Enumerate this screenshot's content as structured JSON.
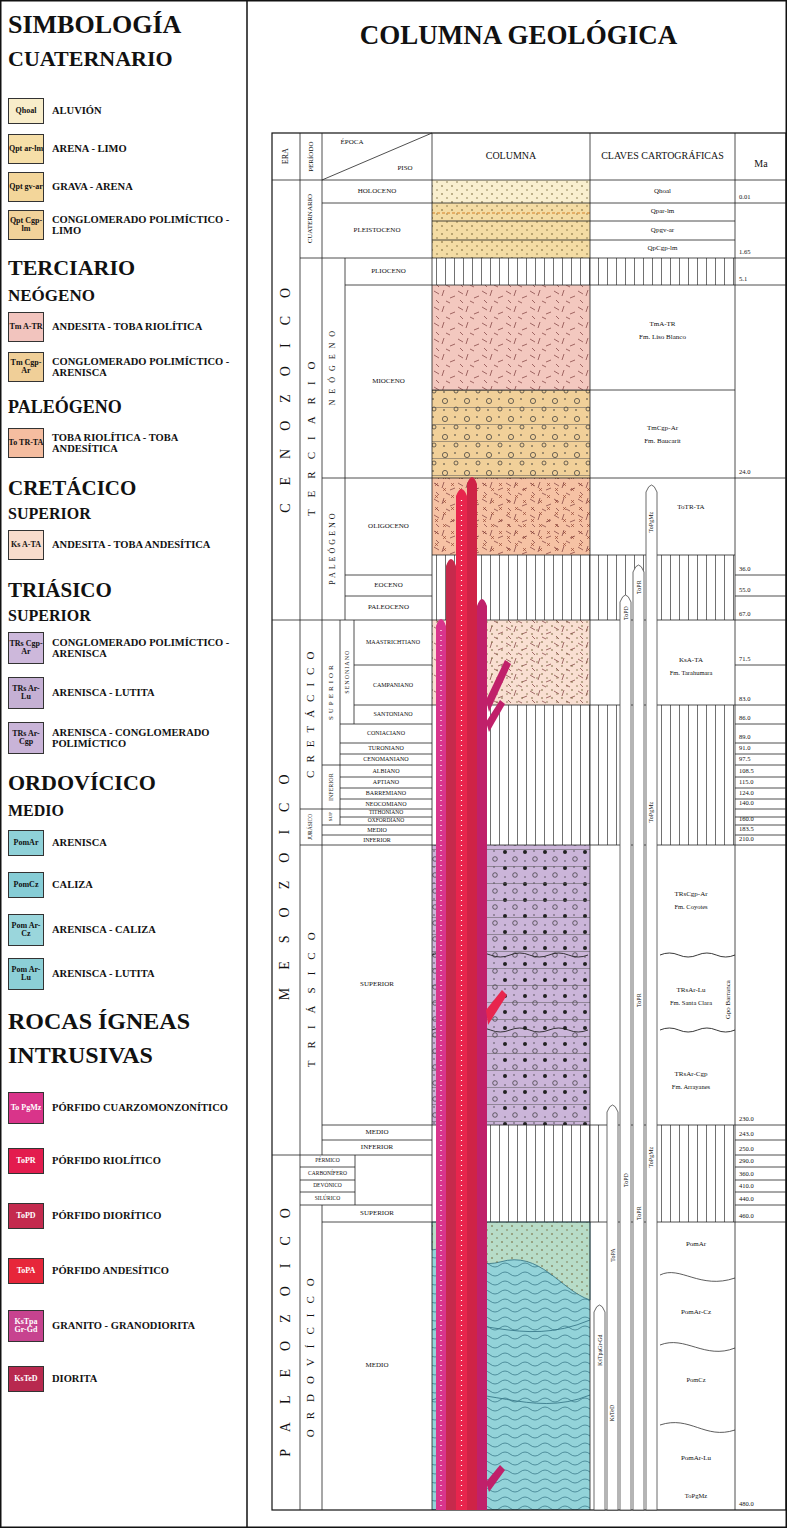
{
  "diagram": {
    "title": "COLUMNA GEOLÓGICA",
    "labels": [
      "SIMBOLOGÍA",
      "CUATERNARIO",
      "Qhoal",
      "Qpt ar-lm",
      "Qpt gv-ar",
      "Qpt Cgp-lm",
      "TERCIARIO",
      "NEÓGENO",
      "Tm A-TR",
      "Tm Cgp-Ar",
      "PALEÓGENO",
      "To TR-TA",
      "CRETÁCICO",
      "SUPERIOR",
      "Ks A-TA",
      "TRIÁSICO",
      "SUPERIOR",
      "TRs Cgp-Ar",
      "TRs Ar-Lu",
      "TRs Ar-Cgp",
      "ORDOVÍCICO",
      "MEDIO",
      "PomAr",
      "PomCz",
      "Pom Ar-Cz",
      "Pom Ar-Lu",
      "ROCAS ÍGNEAS",
      "INTRUSIVAS",
      "To PgMz",
      "ToPR",
      "ToPD",
      "ToPA",
      "KsTpa Gr-Gd",
      "KsTeD",
      "ERA",
      "PERÍODO",
      "ÉPOCA",
      "PISO",
      "COLUMNA",
      "CLAVES CARTOGRÁFICAS",
      "Ma",
      "CENOZOICO",
      "MESOZOICO",
      "PALEOZOICO",
      "CUATERNARIO",
      "TERCIARIO",
      "CRETÁCICO",
      "JURÁSICO",
      "TRIÁSICO",
      "ORDOVÍCICO",
      "NEÓGENO",
      "PALEÓGENO",
      "SUPERIOR",
      "SENONIANO",
      "INFERIOR",
      "SUP",
      "HOLOCENO",
      "PLEISTOCENO",
      "PLIOCENO",
      "MIOCENO",
      "OLIGOCENO",
      "EOCENO",
      "PALEOCENO",
      "MAASTRICHTIANO",
      "CAMPANIANO",
      "SANTONIANO",
      "CONIACIANO",
      "TURONIANO",
      "CENOMANIANO",
      "ALBIANO",
      "APTIANO",
      "BARREMIANO",
      "NEOCOMIANO",
      "TITHONIANO",
      "OXFORDIANO",
      "MEDIO",
      "INFERIOR",
      "SUPERIOR",
      "MEDIO",
      "INFERIOR",
      "PÉRMICO",
      "CARBONÍFERO",
      "DEVÓNICO",
      "SILÚRICO",
      "SUPERIOR",
      "MEDIO",
      "Qhoal",
      "Qpar-lm",
      "Qpgv-ar",
      "QpCgp-lm",
      "TmA-TR",
      "Fm. Liso Blanco",
      "TmCgp-Ar",
      "Fm. Baucarit",
      "ToTR-TA",
      "KsA-TA",
      "Fm. Tarahumara",
      "TRsCgp-Ar",
      "Fm. Coyotes",
      "TRsAr-Lu",
      "Fm. Santa Clara",
      "TRsAr-Cgp",
      "Fm. Arrayanes",
      "Gpo Barranca",
      "PomAr",
      "PomAr-Cz",
      "PomCz",
      "PomAr-Lu",
      "ToPgMz",
      "ToPgMz",
      "ToPR",
      "ToPD",
      "ToPgMz",
      "ToPR",
      "ToPgMz",
      "ToPD",
      "ToPR",
      "ToPA",
      "KsTpaGr-Gd",
      "KsTeD",
      "0.01",
      "1.65",
      "5.1",
      "24.0",
      "36.0",
      "55.0",
      "67.0",
      "71.5",
      "83.0",
      "86.0",
      "89.0",
      "91.0",
      "97.5",
      "108.5",
      "115.0",
      "124.0",
      "140.0",
      "160.0",
      "183.5",
      "210.0",
      "230.0",
      "243.0",
      "250.0",
      "290.0",
      "360.0",
      "410.0",
      "440.0",
      "460.0",
      "480.0"
    ],
    "legend": [
      {
        "text": "ALUVIÓN",
        "color": "#f8edca"
      },
      {
        "text": "ARENA - LIMO",
        "color": "#f6dfa8"
      },
      {
        "text": "GRAVA - ARENA",
        "color": "#f3d69a"
      },
      {
        "text": "CONGLOMERADO POLIMÍCTICO - LIMO",
        "color": "#f1d29a"
      },
      {
        "text": "ANDESITA - TOBA RIOLÍTICA",
        "color": "#f2c4be"
      },
      {
        "text": "CONGLOMERADO POLIMÍCTICO - ARENISCA",
        "color": "#f0cf98"
      },
      {
        "text": "TOBA RIOLÍTICA - TOBA ANDESÍTICA",
        "color": "#f5bda0"
      },
      {
        "text": "ANDESITA - TOBA ANDESÍTICA",
        "color": "#f8dccc"
      },
      {
        "text": "CONGLOMERADO POLIMÍCTICO - ARENISCA",
        "color": "#cdb8db"
      },
      {
        "text": "ARENISCA - LUTITA",
        "color": "#c5b0d4"
      },
      {
        "text": "ARENISCA - CONGLOMERADO POLIMÍCTICO",
        "color": "#c9b4d8"
      },
      {
        "text": "ARENISCA",
        "color": "#8fd1d8"
      },
      {
        "text": "CALIZA",
        "color": "#86cdd6"
      },
      {
        "text": "ARENISCA - CALIZA",
        "color": "#9ad6dc"
      },
      {
        "text": "ARENISCA - LUTITA",
        "color": "#8ccfd6"
      },
      {
        "text": "PÓRFIDO CUARZOMONZONÍTICO",
        "color": "#d9348a"
      },
      {
        "text": "PÓRFIDO RIOLÍTICO",
        "color": "#e31c4e"
      },
      {
        "text": "PÓRFIDO DIORÍTICO",
        "color": "#c42a4e"
      },
      {
        "text": "PÓRFIDO ANDESÍTICO",
        "color": "#e7263a"
      },
      {
        "text": "GRANITO - GRANODIORITA",
        "color": "#c7438f"
      },
      {
        "text": "DIORITA",
        "color": "#b8294f"
      }
    ]
  }
}
